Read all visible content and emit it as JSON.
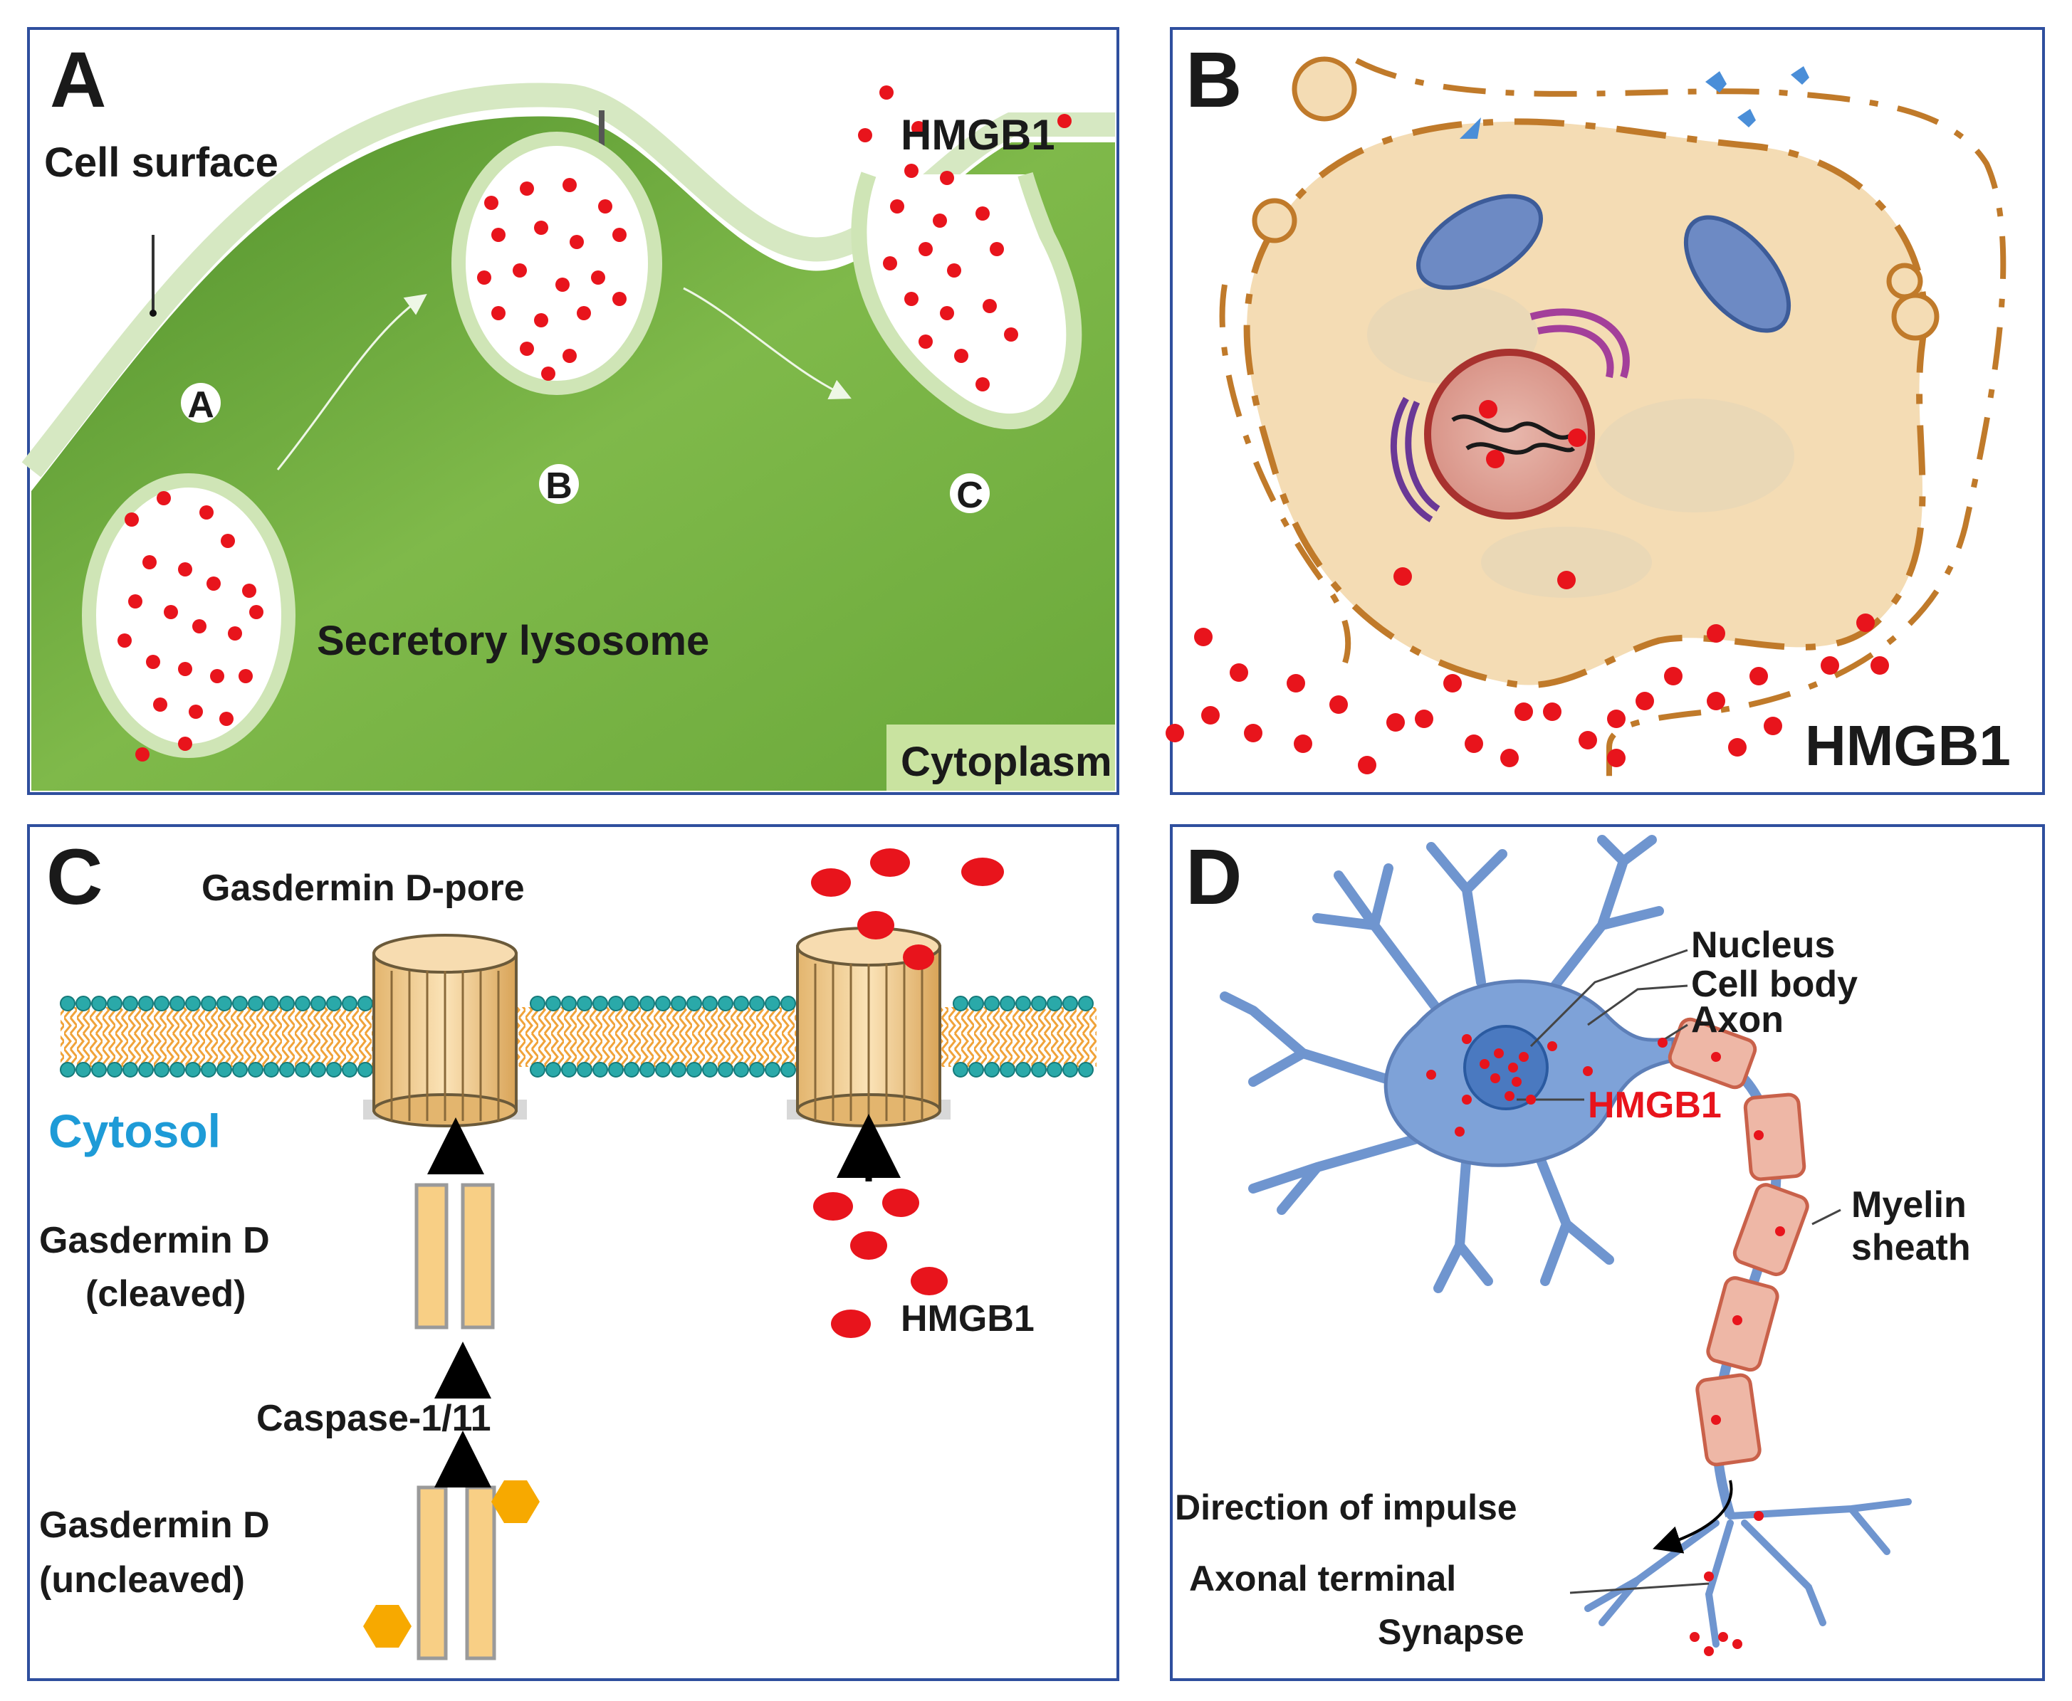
{
  "panel_a": {
    "letter": "A",
    "cell_surface": "Cell surface",
    "stage_a": "A",
    "stage_b": "B",
    "stage_c": "C",
    "hmgb1": "HMGB1",
    "secretory_lysosome": "Secretory lysosome",
    "cytoplasm": "Cytoplasm"
  },
  "panel_b": {
    "letter": "B",
    "hmgb1": "HMGB1"
  },
  "panel_c": {
    "letter": "C",
    "pore": "Gasdermin D-pore",
    "cytosol": "Cytosol",
    "cleaved_1": "Gasdermin D",
    "cleaved_2": "(cleaved)",
    "caspase": "Caspase-1/11",
    "uncleaved_1": "Gasdermin D",
    "uncleaved_2": "(uncleaved)",
    "hmgb1": "HMGB1"
  },
  "panel_d": {
    "letter": "D",
    "nucleus": "Nucleus",
    "cell_body": "Cell body",
    "axon": "Axon",
    "hmgb1": "HMGB1",
    "myelin_1": "Myelin",
    "myelin_2": "sheath",
    "direction": "Direction of impulse",
    "axonal_terminal": "Axonal terminal",
    "synapse": "Synapse"
  },
  "colors": {
    "frame": "#2f4f9e",
    "hmgb1_red": "#e8141c",
    "cytoplasm_green": "#6aa83a",
    "cell_beige": "#f4dcb4",
    "membrane_brown": "#c07a2a",
    "lipid_teal": "#2aa9a9",
    "lipid_orange": "#f0a33a",
    "cytosol_blue": "#1e9bd7",
    "neuron_blue": "#6f95cf",
    "myelin_pink": "#e7a38f"
  }
}
